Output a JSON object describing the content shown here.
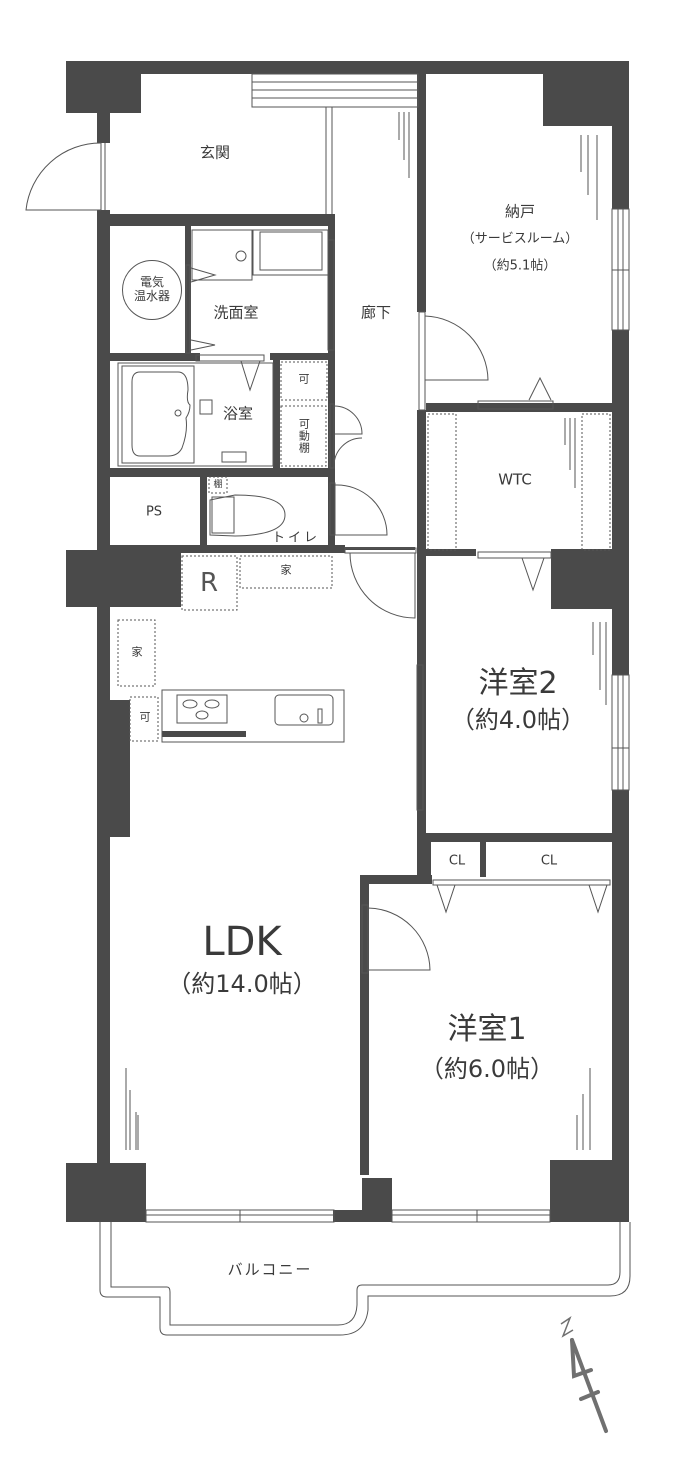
{
  "floor_plan": {
    "rooms": [
      {
        "id": "entrance",
        "name": "玄関"
      },
      {
        "id": "storage",
        "name": "納戸",
        "subtitle": "（サービスルーム）",
        "size": "（約5.1帖）"
      },
      {
        "id": "washroom",
        "name": "洗面室"
      },
      {
        "id": "corridor",
        "name": "廊下"
      },
      {
        "id": "bathroom",
        "name": "浴室"
      },
      {
        "id": "wtc",
        "name": "WTC"
      },
      {
        "id": "toilet",
        "name": "トイレ"
      },
      {
        "id": "ps",
        "name": "PS"
      },
      {
        "id": "western2",
        "name": "洋室2",
        "size": "（約4.0帖）"
      },
      {
        "id": "ldk",
        "name": "LDK",
        "size": "（約14.0帖）"
      },
      {
        "id": "western1",
        "name": "洋室1",
        "size": "（約6.0帖）"
      },
      {
        "id": "balcony",
        "name": "バルコニー"
      }
    ],
    "fixtures": {
      "water_heater": "電気\n温水器",
      "water_heater_line1": "電気",
      "water_heater_line2": "温水器",
      "movable_shelf_small": "可",
      "movable_shelf": "可動棚",
      "toilet_shelf": "棚",
      "refrigerator": "R",
      "appliance_1": "家",
      "appliance_2": "家",
      "kitchen_shelf": "可",
      "closet_1": "CL",
      "closet_2": "CL"
    },
    "compass": {
      "label": "N"
    },
    "colors": {
      "wall": "#4a4a4a",
      "line": "#555555",
      "background": "#ffffff"
    }
  }
}
